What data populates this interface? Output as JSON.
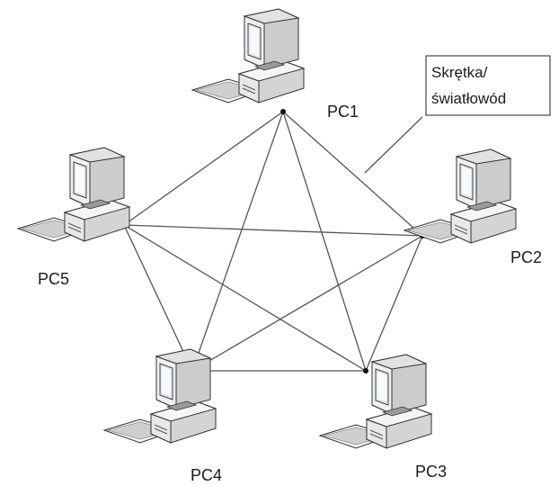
{
  "diagram": {
    "nodes": [
      {
        "id": "pc1",
        "label": "PC1"
      },
      {
        "id": "pc2",
        "label": "PC2"
      },
      {
        "id": "pc3",
        "label": "PC3"
      },
      {
        "id": "pc4",
        "label": "PC4"
      },
      {
        "id": "pc5",
        "label": "PC5"
      }
    ],
    "links": [
      [
        "pc1",
        "pc2"
      ],
      [
        "pc1",
        "pc3"
      ],
      [
        "pc1",
        "pc4"
      ],
      [
        "pc1",
        "pc5"
      ],
      [
        "pc2",
        "pc3"
      ],
      [
        "pc2",
        "pc4"
      ],
      [
        "pc2",
        "pc5"
      ],
      [
        "pc3",
        "pc4"
      ],
      [
        "pc3",
        "pc5"
      ],
      [
        "pc4",
        "pc5"
      ]
    ],
    "callout": {
      "line1": "Skrętka/",
      "line2": "światłowód"
    }
  },
  "colors": {
    "line": "#555555",
    "case_light": "#f2f2f2",
    "case_mid": "#cfcfcf",
    "case_dark": "#8a8a8a",
    "screen": "#e9eef3",
    "outline": "#333333"
  }
}
